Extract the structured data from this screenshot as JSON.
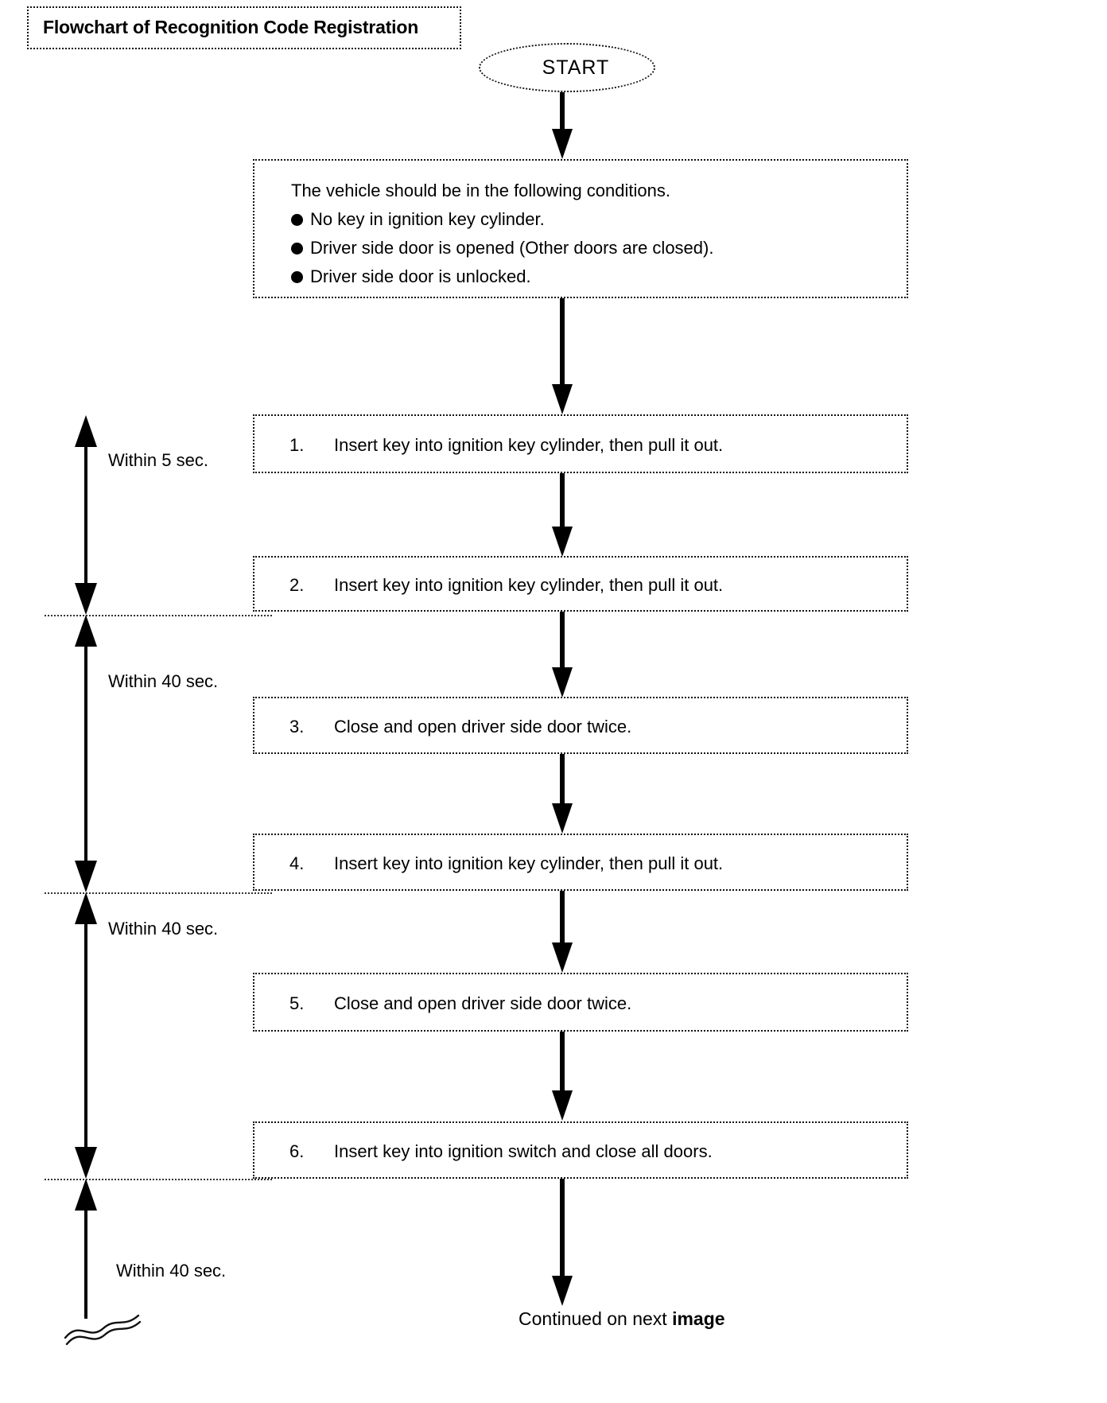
{
  "title": "Flowchart of Recognition Code Registration",
  "start_label": "START",
  "conditions": {
    "heading": "The vehicle should be in the following conditions.",
    "items": [
      "No key in ignition key cylinder.",
      "Driver side door is opened (Other doors are closed).",
      "Driver side door is unlocked."
    ]
  },
  "steps": [
    {
      "num": "1.",
      "text": "Insert key into ignition key cylinder, then pull it out."
    },
    {
      "num": "2.",
      "text": "Insert key into ignition key cylinder, then pull it out."
    },
    {
      "num": "3.",
      "text": "Close and open driver side door twice."
    },
    {
      "num": "4.",
      "text": "Insert key into ignition key cylinder, then pull it out."
    },
    {
      "num": "5.",
      "text": "Close and open driver side door twice."
    },
    {
      "num": "6.",
      "text": "Insert key into ignition switch and close all doors."
    }
  ],
  "timings": [
    {
      "label": "Within 5 sec."
    },
    {
      "label": "Within 40 sec."
    },
    {
      "label": "Within 40 sec."
    },
    {
      "label": "Within 40 sec."
    }
  ],
  "footer": {
    "prefix": "Continued on next ",
    "emphasis": "image"
  },
  "colors": {
    "ink": "#000000",
    "paper": "#ffffff"
  }
}
